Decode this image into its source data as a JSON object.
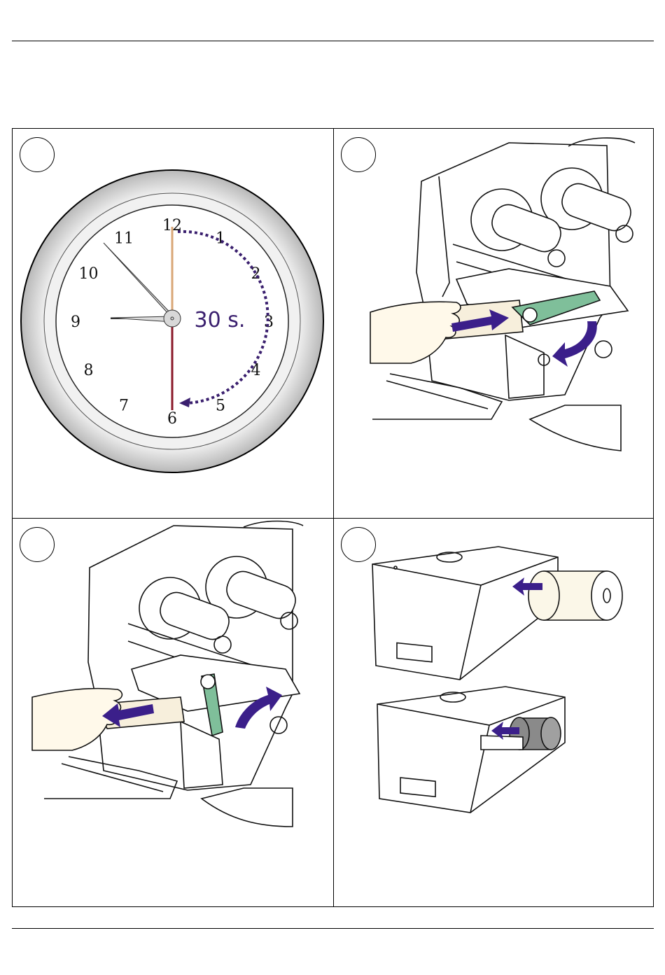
{
  "clock": {
    "numerals": [
      "12",
      "1",
      "2",
      "3",
      "4",
      "5",
      "6",
      "7",
      "8",
      "9",
      "10",
      "11"
    ],
    "duration_label": "30 s."
  },
  "colors": {
    "clock_arrow": "#3a1f6e",
    "lever_green": "#7fbf9a",
    "arrow_purple": "#3b1f8a",
    "hand_fill": "#fff9ea",
    "second_hand_top": "#d9a777",
    "second_hand_bottom": "#8b1a2a",
    "bezel_gray": "#c8c8c8"
  },
  "steps": [
    {
      "id": "step-1",
      "illustration": "clock-30-seconds"
    },
    {
      "id": "step-2",
      "illustration": "insert-cleaning-card-close-printhead"
    },
    {
      "id": "step-3",
      "illustration": "remove-cleaning-card-open-printhead"
    },
    {
      "id": "step-4",
      "illustration": "reload-media-roll"
    }
  ]
}
